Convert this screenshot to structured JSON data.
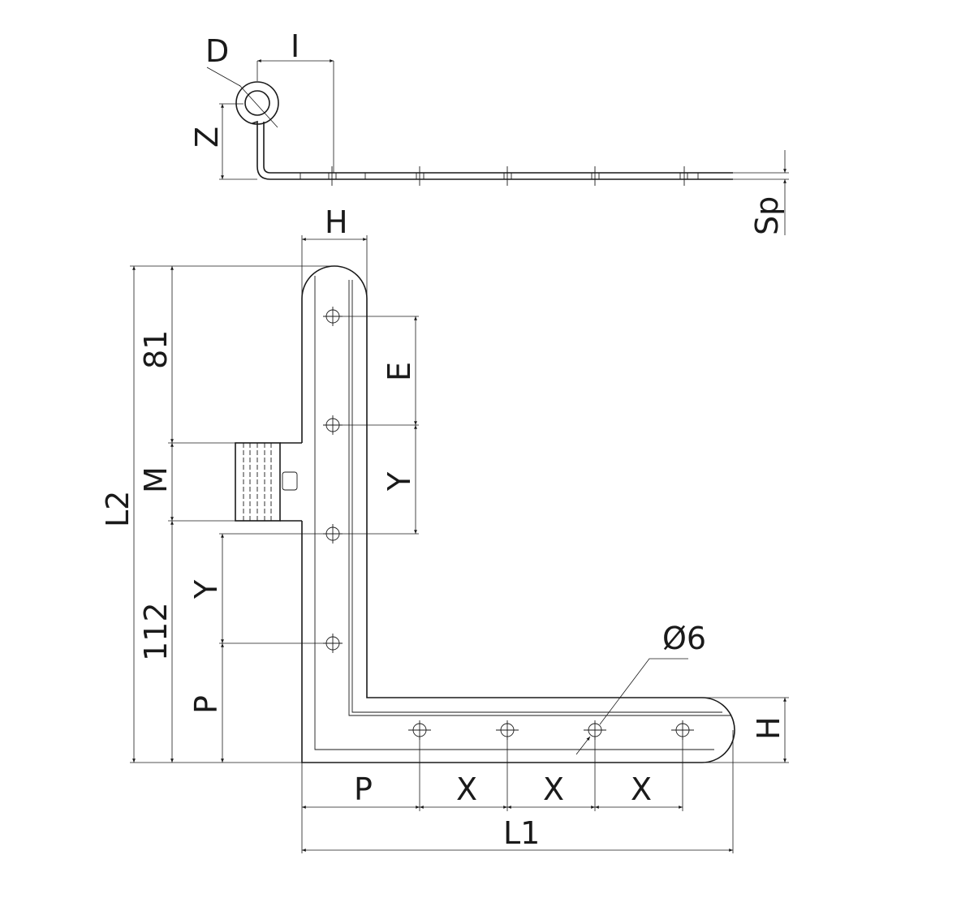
{
  "title": "Hinge bracket technical drawing",
  "labels": {
    "D": "D",
    "I": "I",
    "Z": "Z",
    "Sp": "Sp",
    "H_top": "H",
    "L2": "L2",
    "dim_81": "81",
    "M": "M",
    "dim_112": "112",
    "Y_left": "Y",
    "P_left": "P",
    "E": "E",
    "Y_mid": "Y",
    "hole_dia": "Ø6",
    "H_right": "H",
    "P_bottom": "P",
    "X1": "X",
    "X2": "X",
    "X3": "X",
    "L1": "L1"
  }
}
